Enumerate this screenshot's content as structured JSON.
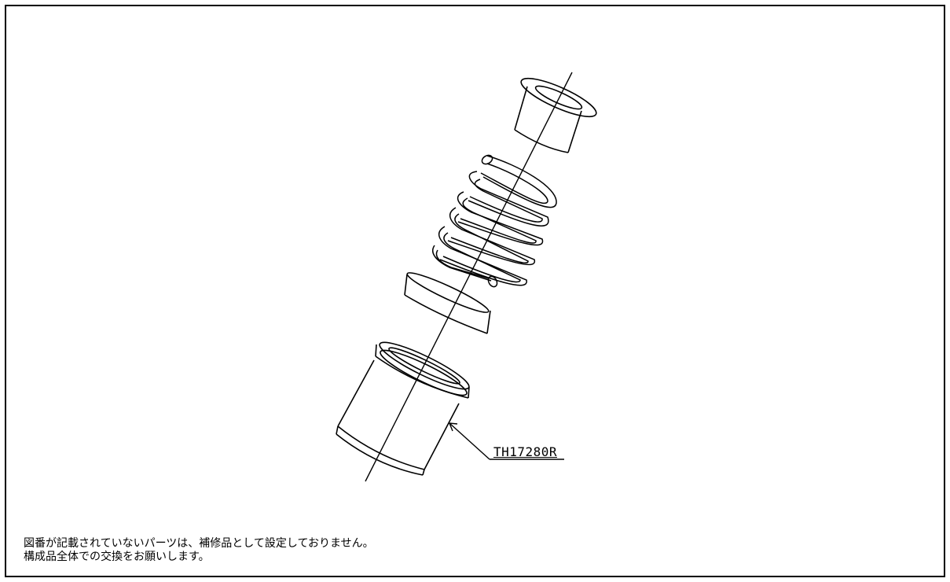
{
  "diagram": {
    "part_number_label": "TH17280R",
    "notes": [
      "図番が記載されていないパーツは、補修品として設定しておりません。",
      "構成品全体での交換をお願いします。"
    ]
  },
  "colors": {
    "line": "#000000",
    "background": "#ffffff"
  }
}
